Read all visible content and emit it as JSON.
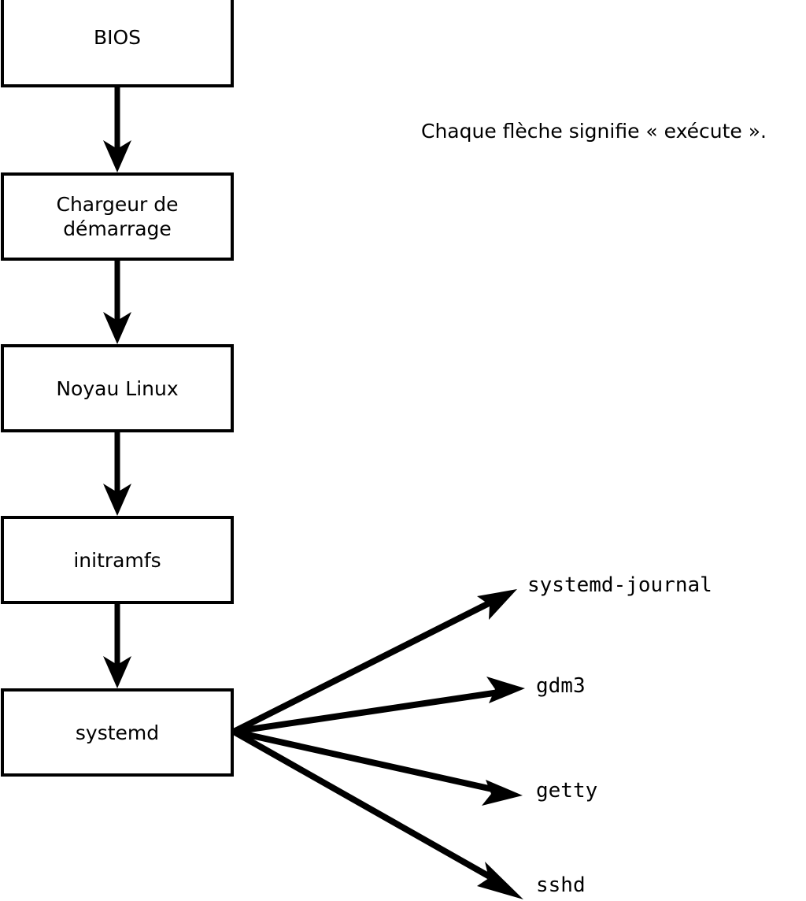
{
  "diagram": {
    "caption": "Chaque flèche signifie « exécute ».",
    "boot_chain": [
      {
        "id": "bios",
        "label": "BIOS"
      },
      {
        "id": "bootloader",
        "label": "Chargeur de\ndémarrage"
      },
      {
        "id": "kernel",
        "label": "Noyau Linux"
      },
      {
        "id": "initramfs",
        "label": "initramfs"
      },
      {
        "id": "systemd",
        "label": "systemd"
      }
    ],
    "services": [
      {
        "id": "systemd-journal",
        "label": "systemd-journal"
      },
      {
        "id": "gdm3",
        "label": "gdm3"
      },
      {
        "id": "getty",
        "label": "getty"
      },
      {
        "id": "sshd",
        "label": "sshd"
      }
    ],
    "colors": {
      "stroke": "#000000",
      "fill": "#ffffff",
      "text": "#000000"
    }
  }
}
